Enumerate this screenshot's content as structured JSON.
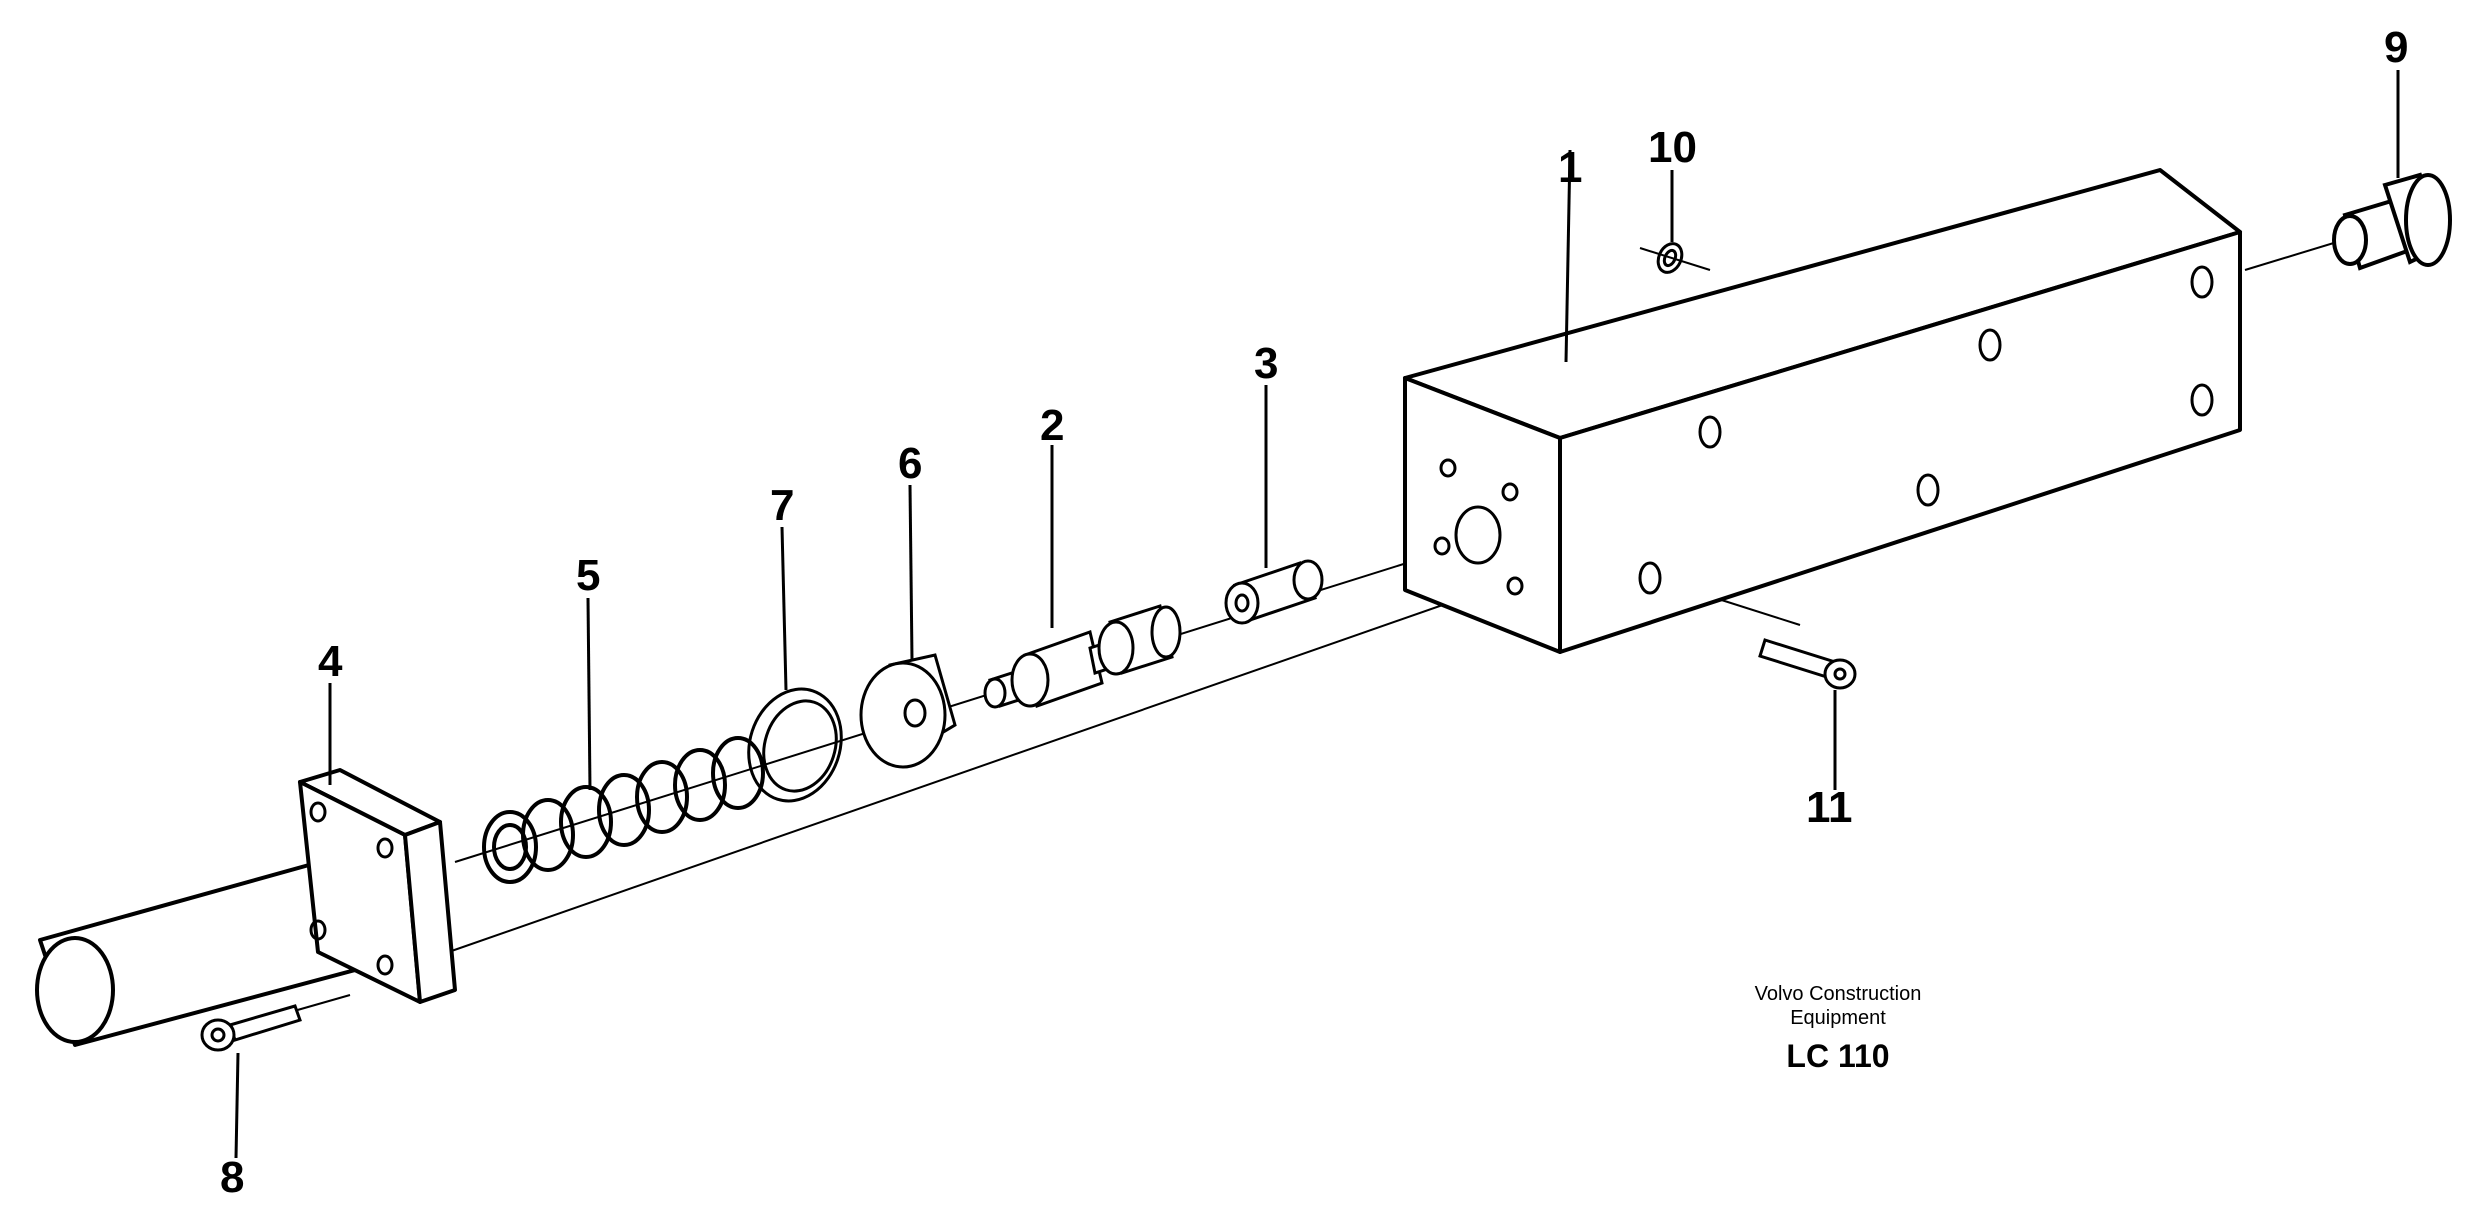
{
  "labels": {
    "p1": "1",
    "p2": "2",
    "p3": "3",
    "p4": "4",
    "p5": "5",
    "p6": "6",
    "p7": "7",
    "p8": "8",
    "p9": "9",
    "p10": "10",
    "p11": "11"
  },
  "caption": {
    "line1": "Volvo Construction",
    "line2": "Equipment",
    "model": "LC 110"
  }
}
